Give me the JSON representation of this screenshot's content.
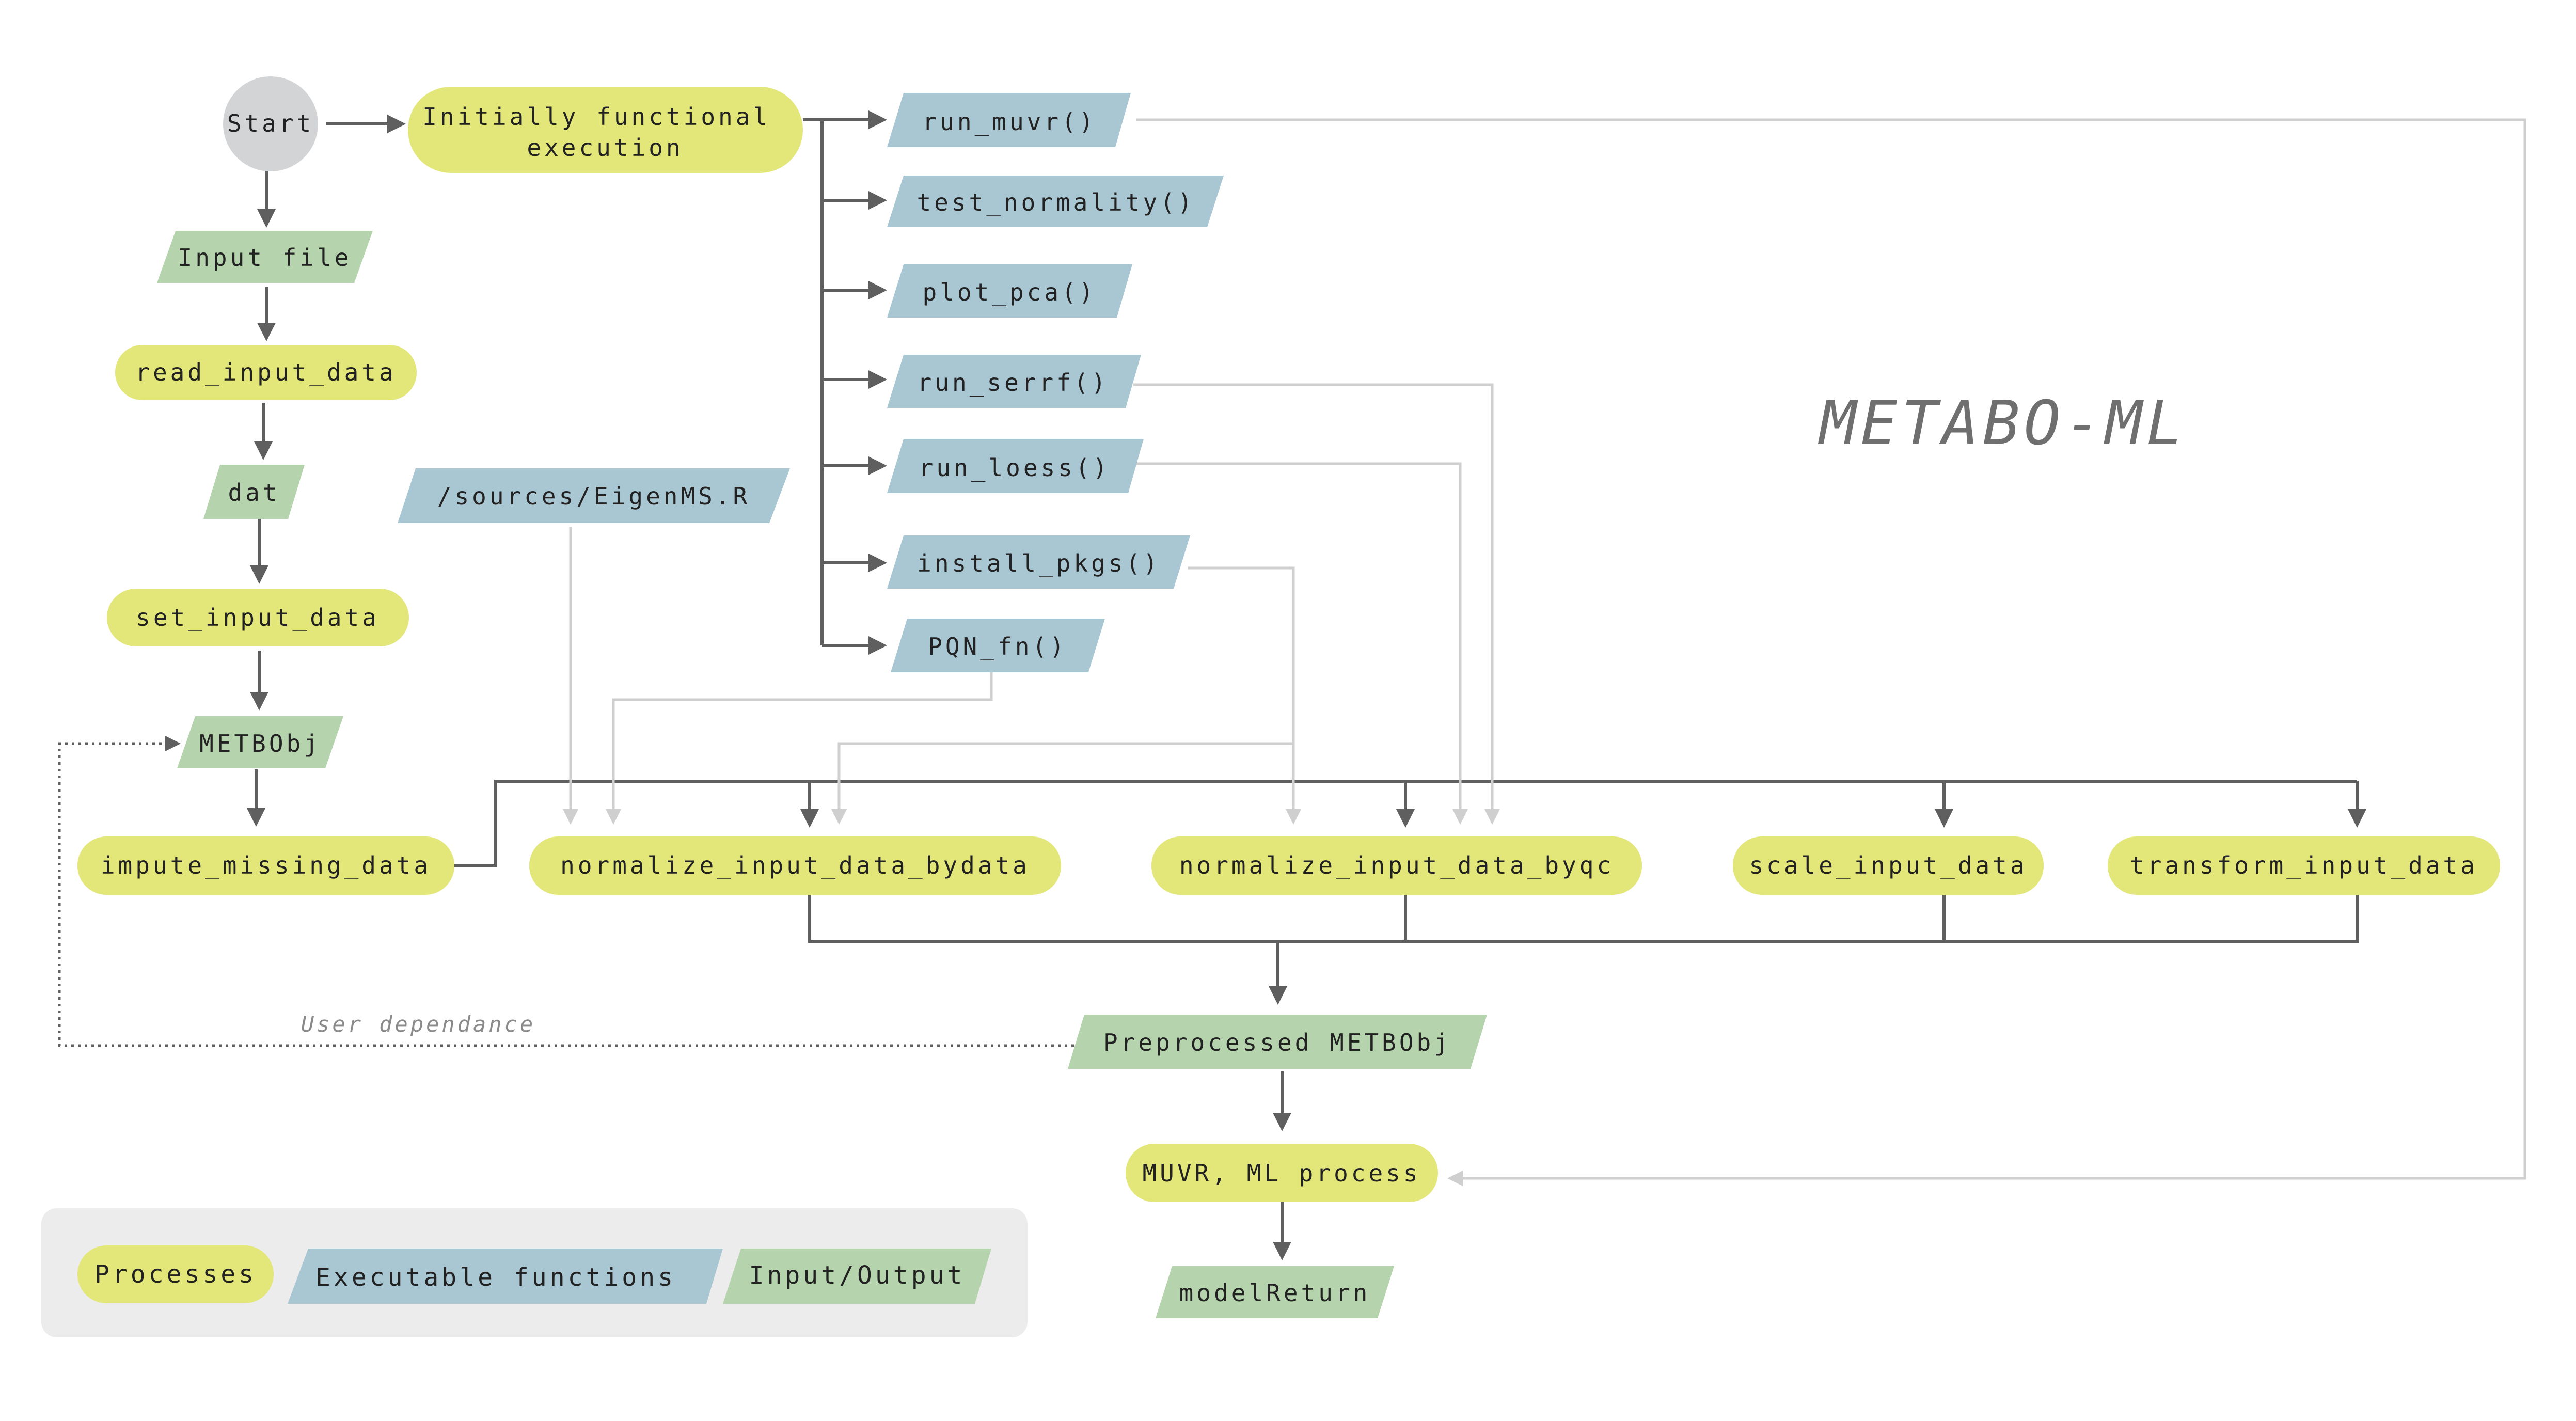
{
  "title": "METABO-ML",
  "nodes": {
    "start": "Start",
    "initial": [
      "Initially functional",
      "execution"
    ],
    "input_file": "Input file",
    "read_input": "read_input_data",
    "dat": "dat",
    "set_input": "set_input_data",
    "metbobj": "METBObj",
    "impute": "impute_missing_data",
    "norm_bydata": "normalize_input_data_bydata",
    "norm_byqc": "normalize_input_data_byqc",
    "scale": "scale_input_data",
    "transform": "transform_input_data",
    "eigenms": "/sources/EigenMS.R",
    "run_muvr": "run_muvr()",
    "test_normality": "test_normality()",
    "plot_pca": "plot_pca()",
    "run_serrf": "run_serrf()",
    "run_loess": "run_loess()",
    "install_pkgs": "install_pkgs()",
    "pqn_fn": "PQN_fn()",
    "preprocessed": "Preprocessed METBObj",
    "muvr_ml": "MUVR, ML process",
    "model_return": "modelReturn"
  },
  "annotation": "User dependance",
  "legend": {
    "processes": "Processes",
    "functions": "Executable functions",
    "io": "Input/Output"
  },
  "colors": {
    "process": "#e3e77a",
    "function": "#a9c6d3",
    "input_output": "#b5d3ad",
    "start": "#d3d4d6",
    "main_flow": "#5f5f5f",
    "function_link": "#cfcfcf"
  }
}
